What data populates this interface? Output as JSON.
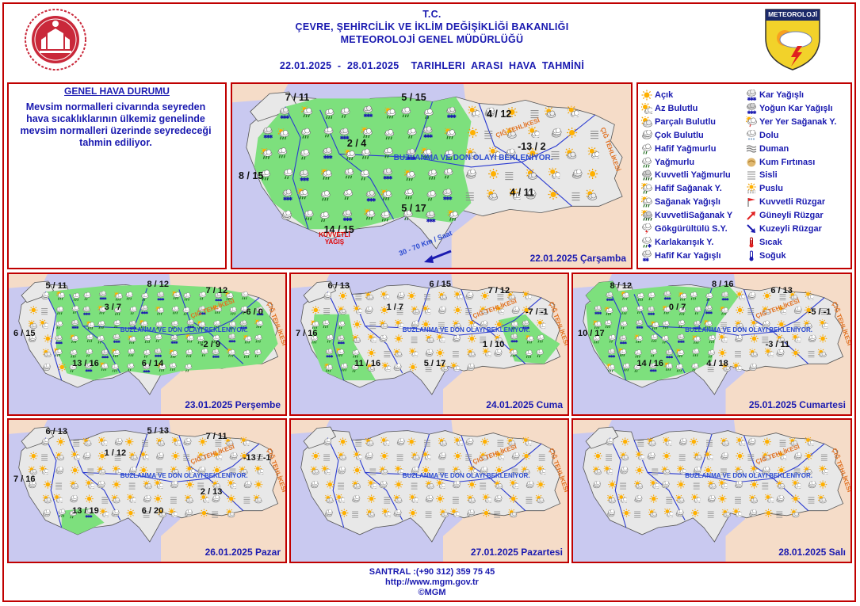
{
  "header": {
    "line1": "T.C.",
    "line2": "ÇEVRE, ŞEHİRCİLİK VE İKLİM DEĞİŞİKLİĞİ BAKANLIĞI",
    "line3": "METEOROLOJİ  GENEL  MÜDÜRLÜĞÜ",
    "line4": "22.01.2025  -  28.01.2025    TARIHLERI  ARASI  HAVA  TAHMİNİ",
    "logo_right_text": "METEOROLOJİ"
  },
  "general": {
    "title": "GENEL HAVA DURUMU",
    "text": "Mevsim normalleri civarında seyreden hava sıcaklıklarının ülkemiz genelinde mevsim normalleri üzerinde seyredeceği tahmin ediliyor."
  },
  "legend": [
    {
      "label": "Açık",
      "icon": "sun-icon"
    },
    {
      "label": "Az Bulutlu",
      "icon": "sun-small-cloud-icon"
    },
    {
      "label": "Parçalı Bulutlu",
      "icon": "partly-cloudy-icon"
    },
    {
      "label": "Çok Bulutlu",
      "icon": "cloud-icon"
    },
    {
      "label": "Hafif Yağmurlu",
      "icon": "light-rain-icon"
    },
    {
      "label": "Yağmurlu",
      "icon": "rain-icon"
    },
    {
      "label": "Kuvvetli Yağmurlu",
      "icon": "heavy-rain-icon"
    },
    {
      "label": "Hafif Sağanak Y.",
      "icon": "light-shower-icon"
    },
    {
      "label": "Sağanak Yağışlı",
      "icon": "shower-icon"
    },
    {
      "label": "KuvvetliSağanak Y",
      "icon": "heavy-shower-icon"
    },
    {
      "label": "Gökgürültülü S.Y.",
      "icon": "thunderstorm-icon"
    },
    {
      "label": "Karlakarışık Y.",
      "icon": "sleet-icon"
    },
    {
      "label": "Hafif Kar Yağışlı",
      "icon": "light-snow-icon"
    },
    {
      "label": "Kar Yağışlı",
      "icon": "snow-icon"
    },
    {
      "label": "Yoğun Kar Yağışlı",
      "icon": "heavy-snow-icon"
    },
    {
      "label": "Yer Yer Sağanak Y.",
      "icon": "local-shower-icon"
    },
    {
      "label": "Dolu",
      "icon": "hail-icon"
    },
    {
      "label": "Duman",
      "icon": "smoke-icon"
    },
    {
      "label": "Kum Fırtınası",
      "icon": "sandstorm-icon"
    },
    {
      "label": "Sisli",
      "icon": "fog-icon"
    },
    {
      "label": "Puslu",
      "icon": "haze-icon"
    },
    {
      "label": "Kuvvetli Rüzgar",
      "icon": "strong-wind-icon"
    },
    {
      "label": "Güneyli Rüzgar",
      "icon": "south-wind-icon"
    },
    {
      "label": "Kuzeyli Rüzgar",
      "icon": "north-wind-icon"
    },
    {
      "label": "Sıcak",
      "icon": "hot-icon"
    },
    {
      "label": "Soğuk",
      "icon": "cold-icon"
    }
  ],
  "colors": {
    "title_blue": "#1a1ab0",
    "frame_red": "#c00000",
    "sea": "#c9c9f0",
    "land_green": "#7de07d",
    "land_grey": "#e8e8e8",
    "neighbor": "#f5dcc8",
    "region_line": "#2a3ad0",
    "ice_text": "#2a4ad0",
    "avalanche_text": "#e07020"
  },
  "common": {
    "buzlanma": "BUZLANMA VE DON OLAYI BEKLENİYOR.",
    "cig": "ÇIĞ TEHLİKESİ"
  },
  "day1": {
    "date": "22.01.2025 Çarşamba",
    "temps": [
      "7 / 11",
      "5 / 15",
      "4 / 12",
      "2 / 4",
      "-13 / 2",
      "8 / 15",
      "4 / 11",
      "5 / 17",
      "14 / 15"
    ],
    "kuvvetli": "KUVVETLİ YAĞIŞ",
    "wind": "30 - 70 Km / Saat"
  },
  "day2": {
    "date": "23.01.2025 Perşembe",
    "temps": [
      "5 / 11",
      "8 / 12",
      "7 / 12",
      "3 / 7",
      "6 / 15",
      "-6 / 0",
      "-2 / 9",
      "13 / 16",
      "6 / 14"
    ]
  },
  "day3": {
    "date": "24.01.2025 Cuma",
    "temps": [
      "6 / 13",
      "6 / 15",
      "7 / 12",
      "1 / 7",
      "7 / 16",
      "-7 / -1",
      "1 / 10",
      "11 / 16",
      "5 / 17"
    ]
  },
  "day4": {
    "date": "25.01.2025 Cumartesi",
    "temps": [
      "8 / 12",
      "8 / 16",
      "6 / 13",
      "0 / 7",
      "10 / 17",
      "-5 / -1",
      "-3 / 11",
      "14 / 16",
      "4 / 18"
    ]
  },
  "day5": {
    "date": "26.01.2025 Pazar",
    "temps": [
      "6 / 13",
      "5 / 13",
      "7 / 11",
      "1 / 12",
      "7 / 16",
      "-13 / -1",
      "2 / 13",
      "13 / 19",
      "6 / 20"
    ]
  },
  "day6": {
    "date": "27.01.2025 Pazartesi"
  },
  "day7": {
    "date": "28.01.2025 Salı"
  },
  "footer": {
    "phone": "SANTRAL :(+90 312) 359 75 45",
    "url": "http://www.mgm.gov.tr",
    "copy": "©MGM"
  }
}
